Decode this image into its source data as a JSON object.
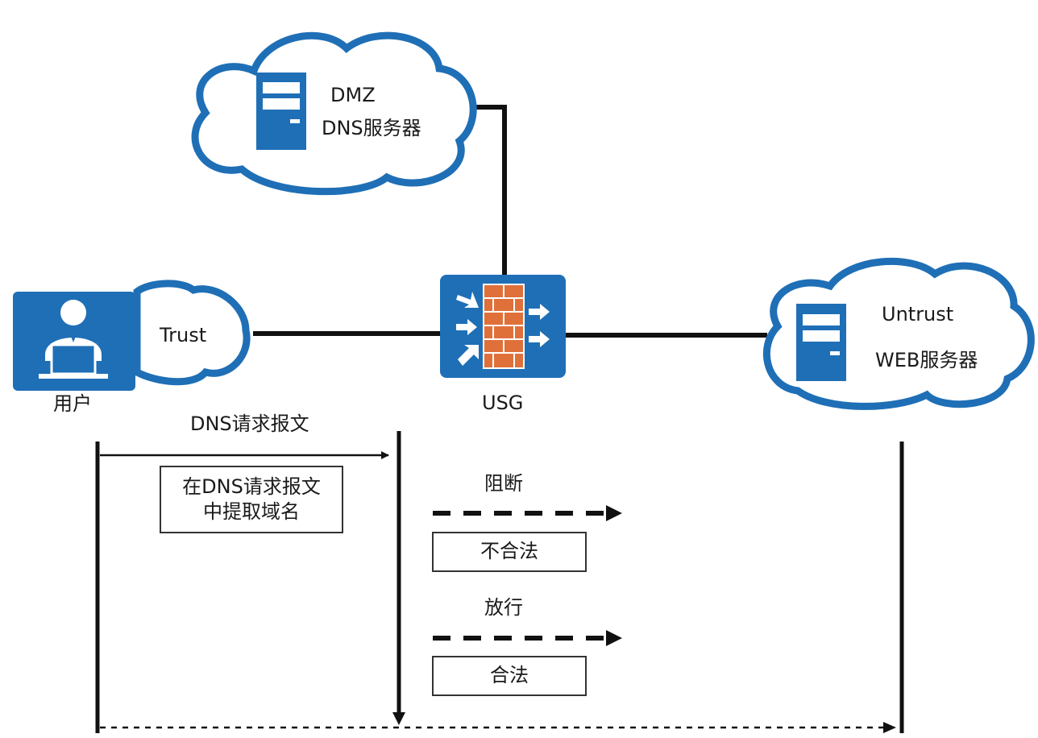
{
  "colors": {
    "accent": "#1f6fb6",
    "cloud_outline": "#1f6fb6",
    "firewall_brick": "#e0703a",
    "line": "#111111"
  },
  "nodes": {
    "dmz_zone": "DMZ",
    "dns_server": "DNS服务器",
    "trust_zone": "Trust",
    "user": "用户",
    "firewall": "USG",
    "untrust_zone": "Untrust",
    "web_server": "WEB服务器"
  },
  "icons": {
    "server": "server-icon",
    "user": "user-at-laptop-icon",
    "firewall": "firewall-icon"
  },
  "flow": {
    "dns_request": "DNS请求报文",
    "extract_note_line1": "在DNS请求报文",
    "extract_note_line2": "中提取域名",
    "block": "阻断",
    "illegal": "不合法",
    "allow": "放行",
    "legal": "合法"
  }
}
